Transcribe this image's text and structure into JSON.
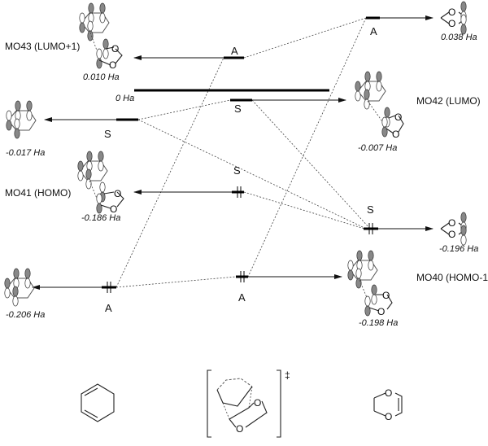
{
  "zero_line_label": "0 Ha",
  "orbitals": {
    "mo43": {
      "name": "MO43 (LUMO+1)",
      "energy": "0.010 Ha",
      "symmetry": "A"
    },
    "mo42": {
      "name": "MO42 (LUMO)",
      "energy": "-0.007 Ha",
      "symmetry": "S"
    },
    "mo41": {
      "name": "MO41 (HOMO)",
      "energy": "-0.186 Ha",
      "symmetry": "S"
    },
    "mo40": {
      "name": "MO40 (HOMO-1)",
      "energy": "-0.198 Ha",
      "symmetry": "A"
    }
  },
  "cyclohexadiene": {
    "upper": {
      "energy": "-0.017 Ha",
      "symmetry": "S"
    },
    "lower": {
      "energy": "-0.206 Ha",
      "symmetry": "A"
    }
  },
  "dioxole": {
    "upper": {
      "energy": "0.038 Ha",
      "symmetry": "A"
    },
    "lower": {
      "energy": "-0.196 Ha",
      "symmetry": "S"
    }
  },
  "structures": {
    "oxygen_label": "O",
    "transition_state_mark": "‡"
  }
}
